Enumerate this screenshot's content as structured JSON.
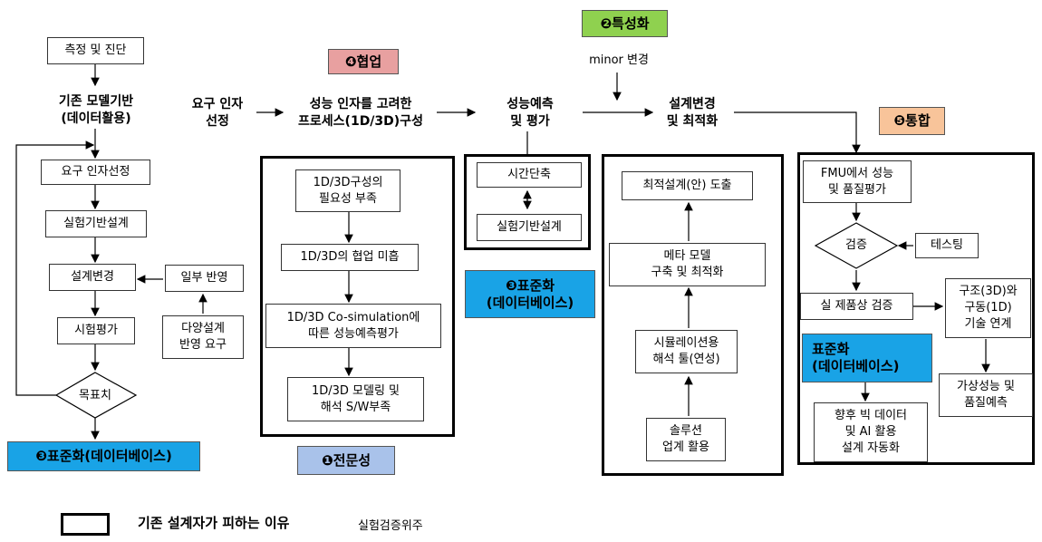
{
  "labels": {
    "collab": "❹협업",
    "character": "❷특성화",
    "standard_left": "❸표준화(데이터베이스)",
    "standard_mid": "❸표준화\n(데이터베이스)",
    "integration": "❺통합",
    "expertise": "❶전문성",
    "standard_right": "표준화\n(데이터베이스)"
  },
  "flow": {
    "measure": "측정 및 진단",
    "model_based": "기존 모델기반\n(데이터활용)",
    "req_select": "요구 인자\n선정",
    "process": "성능 인자를 고려한\n프로세스(1D/3D)구성",
    "predict": "성능예측\n및 평가",
    "minor": "minor 변경",
    "design_opt": "설계변경\n및 최적화"
  },
  "left_col": {
    "req": "요구 인자선정",
    "exp_design": "실험기반설계",
    "design_change": "설계변경",
    "partial": "일부 반영",
    "diverse": "다양설계\n반영 요구",
    "test": "시험평가",
    "target": "목표치"
  },
  "col2": {
    "b1": "1D/3D구성의\n필요성 부족",
    "b2": "1D/3D의 협업 미흡",
    "b3": "1D/3D Co-simulation에\n따른 성능예측평가",
    "b4": "1D/3D 모델링 및\n해석 S/W부족"
  },
  "col3": {
    "b1": "시간단축",
    "b2": "실험기반설계"
  },
  "col4": {
    "b1": "최적설계(안) 도출",
    "b2": "메타 모델\n구축 및 최적화",
    "b3": "시뮬레이션용\n해석 툴(연성)",
    "b4": "솔루션\n업계 활용"
  },
  "col5": {
    "b1": "FMU에서 성능\n및 품질평가",
    "verify": "검증",
    "testing": "테스팅",
    "real": "실 제품상 검증",
    "struct": "구조(3D)와\n구동(1D)\n기술 연계",
    "virtual": "가상성능 및\n품질예측",
    "bigdata": "향후 빅 데이터\n및 AI 활용\n설계 자동화"
  },
  "legend": {
    "label": "기존 설계자가 피하는 이유",
    "note": "실험검증위주"
  },
  "colors": {
    "blue": "#19a3e6",
    "red": "#e8a0a0",
    "green": "#8fd14f",
    "orange": "#f8c49a",
    "lavender": "#a9c2ea"
  }
}
